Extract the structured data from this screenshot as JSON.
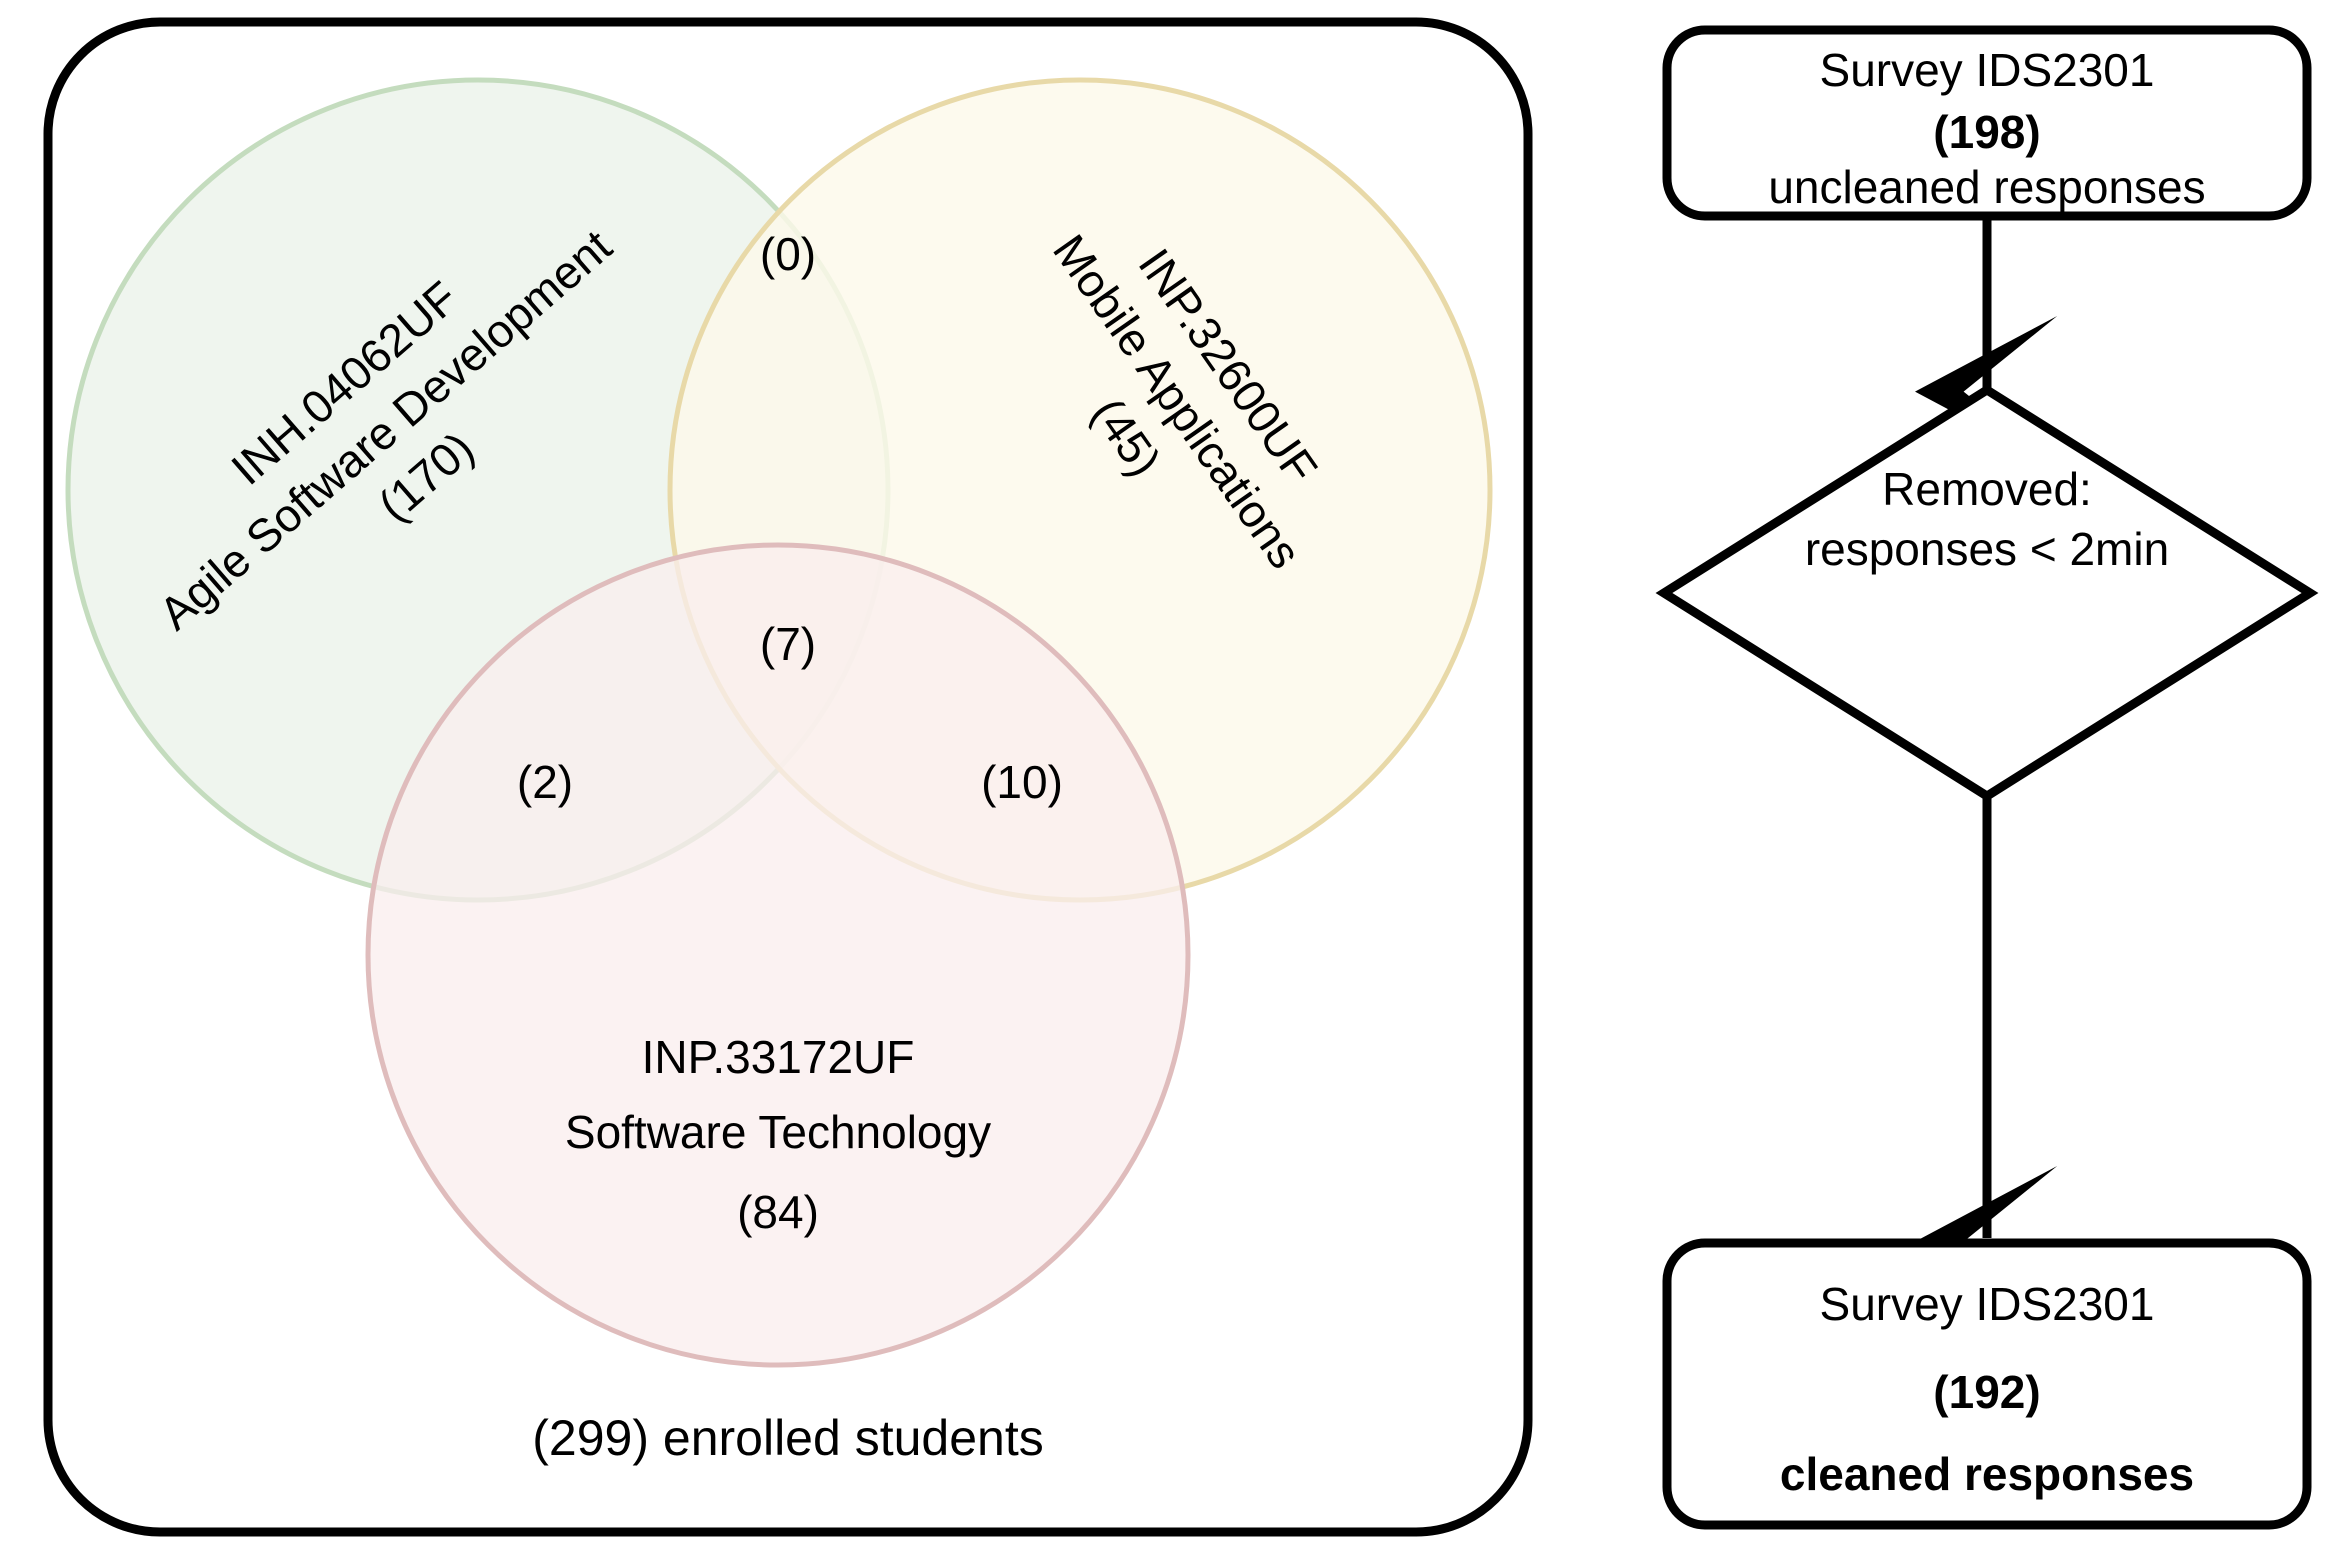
{
  "diagram": {
    "venn": {
      "container_label": "(299) enrolled students",
      "sets": [
        {
          "id": "agile",
          "code": "INH.04062UF",
          "name": "Agile Software Development",
          "count": "(170)",
          "fill": "#eff5ee",
          "stroke": "#c4dcbe"
        },
        {
          "id": "mobile",
          "code": "INP.32600UF",
          "name": "Mobile Applications",
          "count": "(45)",
          "fill": "#fdf9ea",
          "stroke": "#e8d9a8"
        },
        {
          "id": "software-tech",
          "code": "INP.33172UF",
          "name": "Software Technology",
          "count": "(84)",
          "fill": "#faeeed",
          "stroke": "#dfbcbc"
        }
      ],
      "intersections": [
        {
          "id": "agile-mobile",
          "label": "(0)"
        },
        {
          "id": "agile-mobile-softwaretech",
          "label": "(7)"
        },
        {
          "id": "agile-softwaretech",
          "label": "(2)"
        },
        {
          "id": "mobile-softwaretech",
          "label": "(10)"
        }
      ]
    },
    "flow": {
      "top_box": {
        "line1": "Survey IDS2301",
        "line2": "(198)",
        "line3": "uncleaned responses"
      },
      "decision": {
        "line1": "Removed:",
        "line2": "responses < 2min"
      },
      "bottom_box": {
        "line1": "Survey IDS2301",
        "line2": "(192)",
        "line3": "cleaned responses"
      }
    }
  }
}
